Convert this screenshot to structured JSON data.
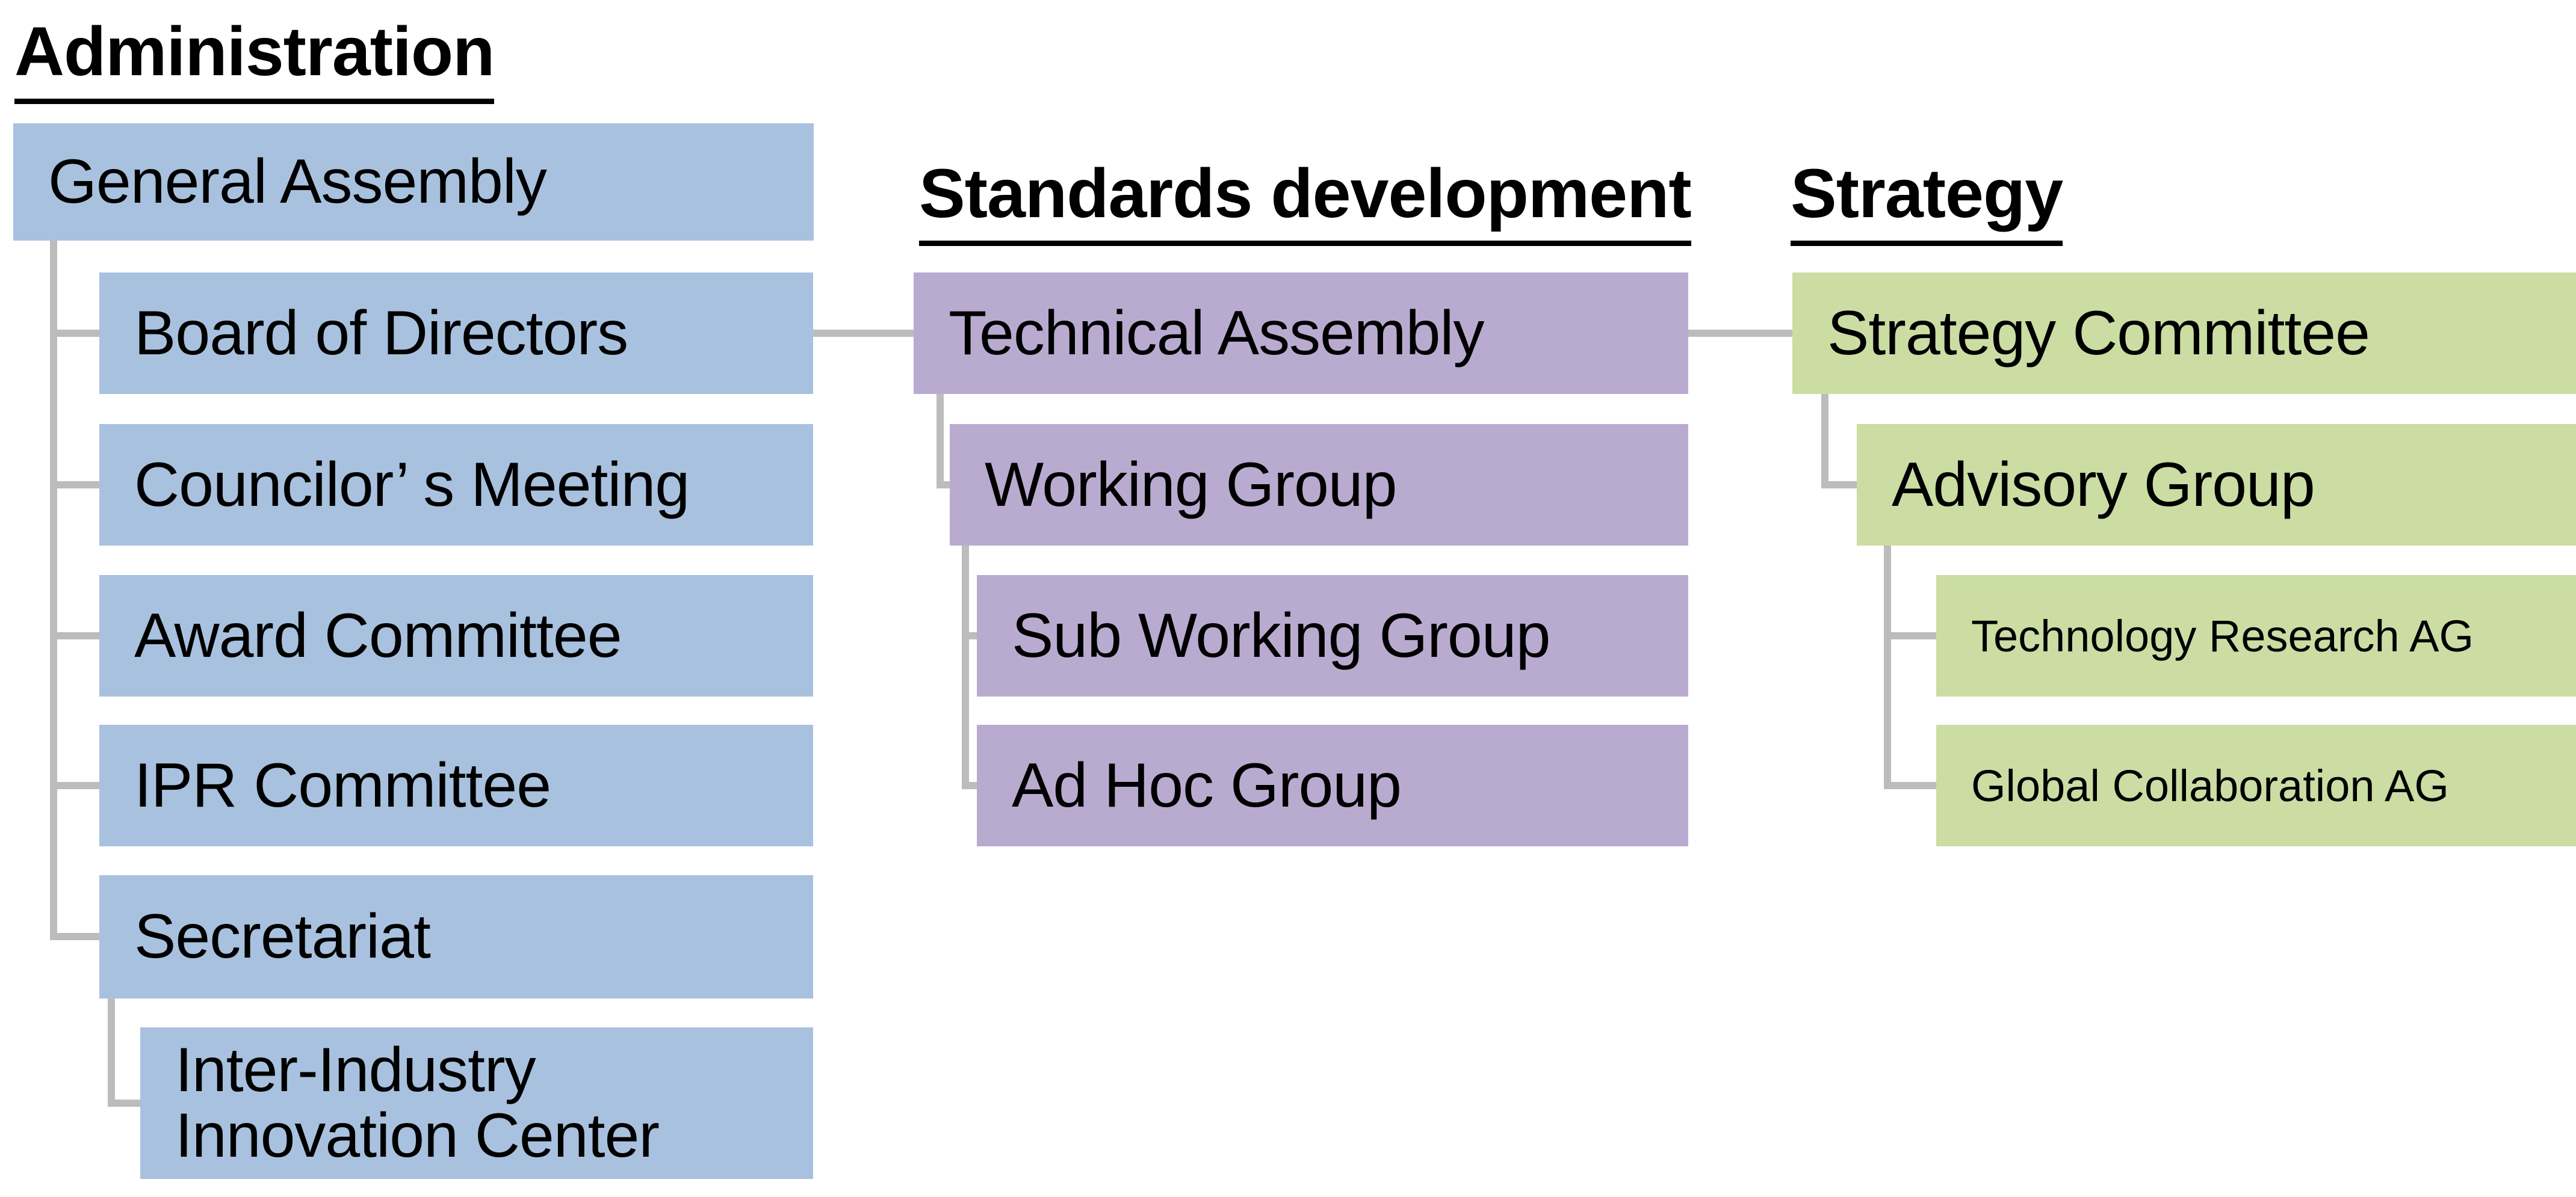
{
  "diagram": {
    "type": "org-chart",
    "connector_color": "#bcbcbc",
    "sections": [
      {
        "title": "Administration",
        "color": "#a8c1de",
        "nodes": [
          {
            "label": "General Assembly",
            "level": 0
          },
          {
            "label": "Board of Directors",
            "level": 1
          },
          {
            "label": "Councilor’ s Meeting",
            "level": 1
          },
          {
            "label": "Award Committee",
            "level": 1
          },
          {
            "label": "IPR Committee",
            "level": 1
          },
          {
            "label": "Secretariat",
            "level": 1
          },
          {
            "label": "Inter-Industry Innovation Center",
            "level": 2
          }
        ]
      },
      {
        "title": "Standards development",
        "color": "#b9abd0",
        "nodes": [
          {
            "label": "Technical Assembly",
            "level": 0
          },
          {
            "label": "Working Group",
            "level": 1
          },
          {
            "label": "Sub Working Group",
            "level": 2
          },
          {
            "label": "Ad Hoc Group",
            "level": 2
          }
        ]
      },
      {
        "title": "Strategy",
        "color": "#cbdda3",
        "nodes": [
          {
            "label": "Strategy Committee",
            "level": 0
          },
          {
            "label": "Advisory Group",
            "level": 1
          },
          {
            "label": "Technology Research AG",
            "level": 2
          },
          {
            "label": "Global Collaboration AG",
            "level": 2
          }
        ]
      }
    ]
  }
}
